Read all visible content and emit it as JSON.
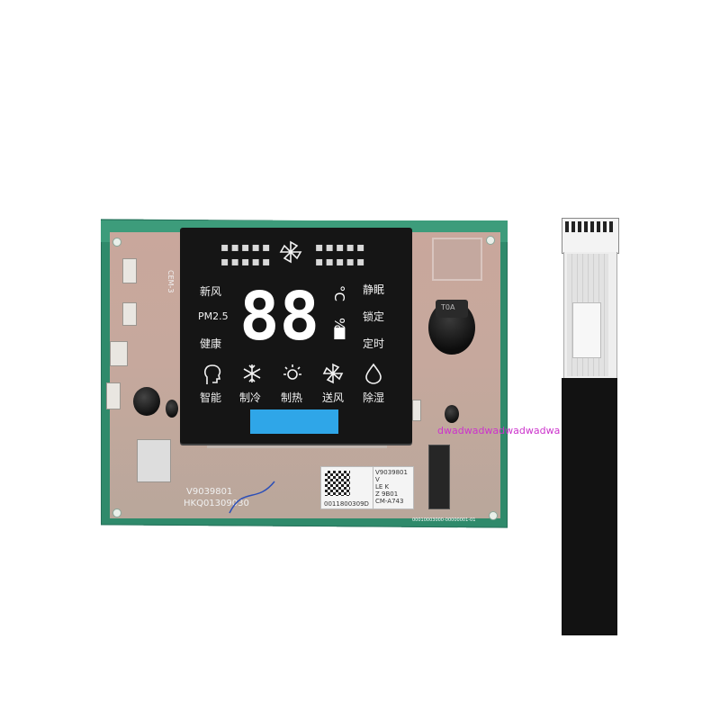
{
  "watermark": "dwadwadwadwadwadwa",
  "lcd": {
    "digits": "88.",
    "unit_celsius": "°C",
    "unit_percent": "%",
    "left_labels": [
      "新风",
      "PM2.5",
      "健康"
    ],
    "right_labels": [
      "静眠",
      "锁定",
      "定时"
    ],
    "mode_labels": [
      "智能",
      "制冷",
      "制热",
      "送风",
      "除湿"
    ],
    "indicator_color": "#2fa6e8"
  },
  "board": {
    "part_number_1": "V9039801",
    "part_number_2": "HKQ01309030",
    "sticker_lines": [
      "V9039801",
      "V",
      "LE K",
      "Z 9B01",
      "CM-A743",
      "0011800309D"
    ],
    "buzzer_label": "T0A",
    "silk_small": "CEM-3",
    "bottom_code": "00010003000-00000001-01"
  },
  "colors": {
    "pcb_green": "#2f8a6b",
    "pcb_body": "#c9a79c",
    "lcd_black": "#151515"
  }
}
